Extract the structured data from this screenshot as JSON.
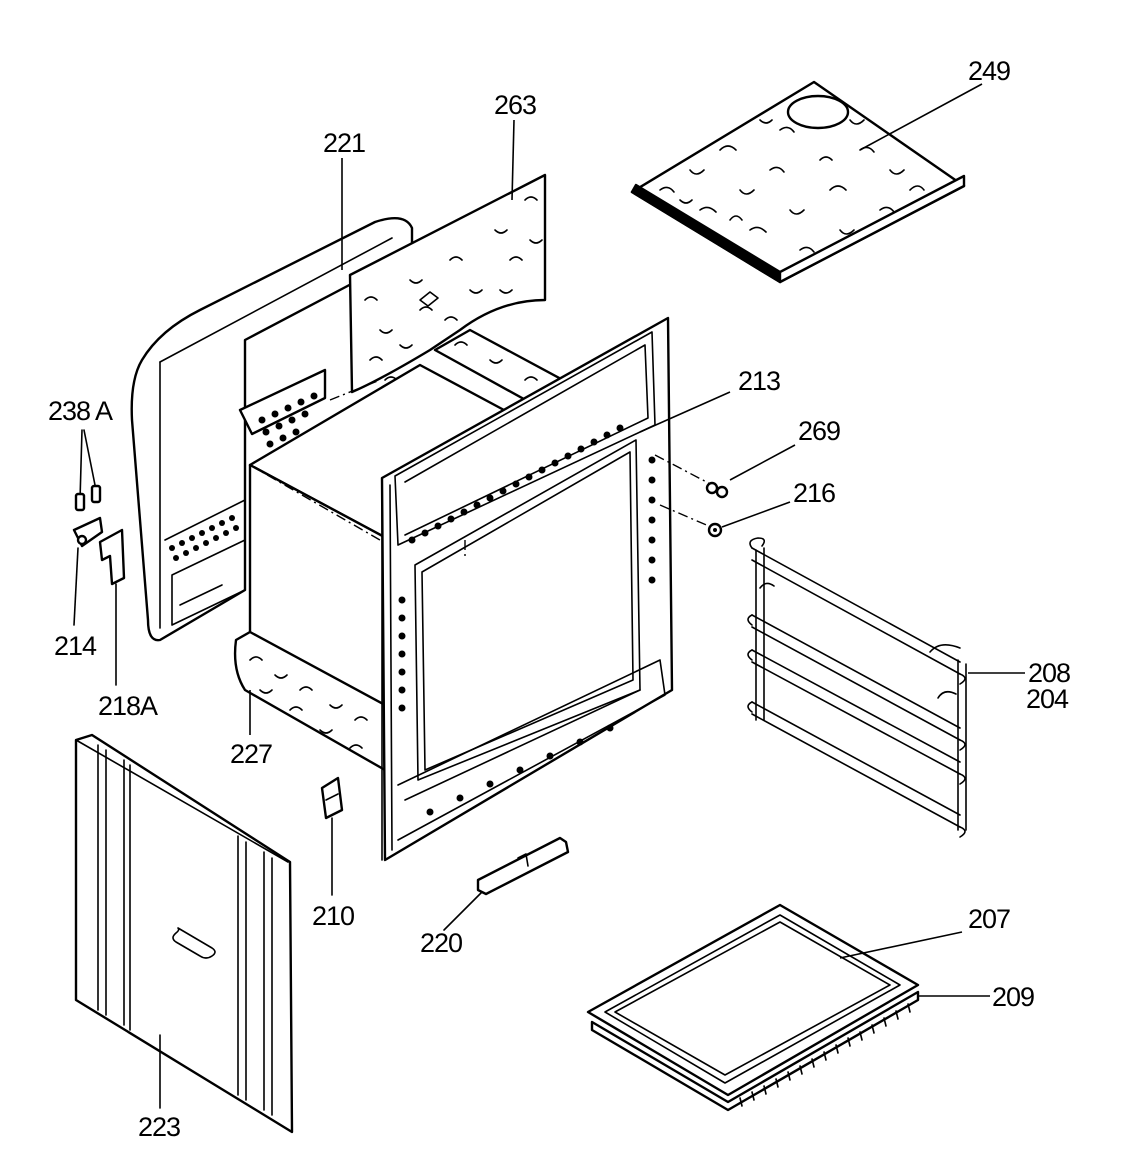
{
  "labels": {
    "l249": "249",
    "l263": "263",
    "l221": "221",
    "l238a": "238 A",
    "l214": "214",
    "l218a": "218A",
    "l227": "227",
    "l213": "213",
    "l269": "269",
    "l216": "216",
    "l208": "208",
    "l204": "204",
    "l210": "210",
    "l220": "220",
    "l207": "207",
    "l209": "209",
    "l223": "223"
  }
}
